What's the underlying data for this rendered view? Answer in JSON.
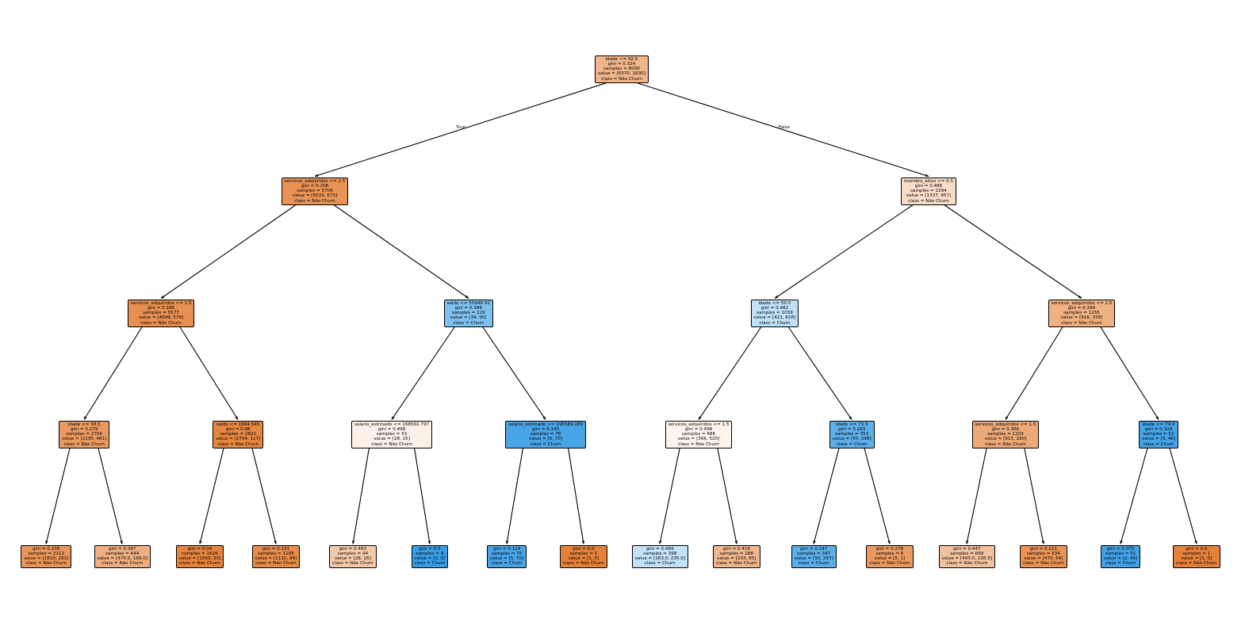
{
  "edge_labels": {
    "true": "True",
    "false": "False"
  },
  "class_colors": {
    "Não Churn": "#e58139",
    "Churn": "#399de5"
  },
  "nodes": [
    {
      "id": 0,
      "parent": null,
      "split": "idade <= 42.5",
      "gini": "gini = 0.324",
      "samples": "samples = 8000",
      "value": "value = [6370, 1630]",
      "class": "class = Não Churn",
      "cls": "Não Churn",
      "purity": 0.59
    },
    {
      "id": 1,
      "parent": 0,
      "split": "servicos_adquiridos <= 2.5",
      "gini": "gini = 0.208",
      "samples": "samples = 5706",
      "value": "value = [5033, 673]",
      "class": "class = Não Churn",
      "cls": "Não Churn",
      "purity": 0.85
    },
    {
      "id": 2,
      "parent": 1,
      "split": "servicos_adquiridos <= 1.5",
      "gini": "gini = 0.186",
      "samples": "samples = 5577",
      "value": "value = [4999, 578]",
      "class": "class = Não Churn",
      "cls": "Não Churn",
      "purity": 0.88
    },
    {
      "id": 3,
      "parent": 2,
      "split": "idade <= 38.5",
      "gini": "gini = 0.279",
      "samples": "samples = 2756",
      "value": "value = [2295, 461]",
      "class": "class = Não Churn",
      "cls": "Não Churn",
      "purity": 0.8
    },
    {
      "id": 4,
      "parent": 3,
      "split": "",
      "gini": "gini = 0.238",
      "samples": "samples = 2112",
      "value": "value = [1820, 292]",
      "class": "class = Não Churn",
      "cls": "Não Churn",
      "purity": 0.84
    },
    {
      "id": 5,
      "parent": 3,
      "split": "",
      "gini": "gini = 0.387",
      "samples": "samples = 644",
      "value": "value = [475.0, 169.0]",
      "class": "class = Não Churn",
      "cls": "Não Churn",
      "purity": 0.64
    },
    {
      "id": 6,
      "parent": 2,
      "split": "saldo <= 1684.545",
      "gini": "gini = 0.08",
      "samples": "samples = 2821",
      "value": "value = [2704, 117]",
      "class": "class = Não Churn",
      "cls": "Não Churn",
      "purity": 0.96
    },
    {
      "id": 7,
      "parent": 6,
      "split": "",
      "gini": "gini = 0.04",
      "samples": "samples = 1626",
      "value": "value = [1593, 33]",
      "class": "class = Não Churn",
      "cls": "Não Churn",
      "purity": 0.98
    },
    {
      "id": 8,
      "parent": 6,
      "split": "",
      "gini": "gini = 0.131",
      "samples": "samples = 1195",
      "value": "value = [1111, 84]",
      "class": "class = Não Churn",
      "cls": "Não Churn",
      "purity": 0.92
    },
    {
      "id": 9,
      "parent": 1,
      "split": "saldo <= 55948.91",
      "gini": "gini = 0.388",
      "samples": "samples = 129",
      "value": "value = [34, 95]",
      "class": "class = Churn",
      "cls": "Churn",
      "purity": 0.64
    },
    {
      "id": 10,
      "parent": 9,
      "split": "salario_estimado <= 168592.797",
      "gini": "gini = 0.498",
      "samples": "samples = 53",
      "value": "value = [28, 25]",
      "class": "class = Não Churn",
      "cls": "Não Churn",
      "purity": 0.11
    },
    {
      "id": 11,
      "parent": 10,
      "split": "",
      "gini": "gini = 0.463",
      "samples": "samples = 44",
      "value": "value = [28, 16]",
      "class": "class = Não Churn",
      "cls": "Não Churn",
      "purity": 0.43
    },
    {
      "id": 12,
      "parent": 10,
      "split": "",
      "gini": "gini = 0.0",
      "samples": "samples = 9",
      "value": "value = [0, 9]",
      "class": "class = Churn",
      "cls": "Churn",
      "purity": 1.0
    },
    {
      "id": 13,
      "parent": 9,
      "split": "salario_estimado <= 195589.289",
      "gini": "gini = 0.145",
      "samples": "samples = 76",
      "value": "value = [6, 70]",
      "class": "class = Churn",
      "cls": "Churn",
      "purity": 0.92
    },
    {
      "id": 14,
      "parent": 13,
      "split": "",
      "gini": "gini = 0.124",
      "samples": "samples = 75",
      "value": "value = [5, 70]",
      "class": "class = Churn",
      "cls": "Churn",
      "purity": 0.93
    },
    {
      "id": 15,
      "parent": 13,
      "split": "",
      "gini": "gini = 0.0",
      "samples": "samples = 1",
      "value": "value = [1, 0]",
      "class": "class = Não Churn",
      "cls": "Não Churn",
      "purity": 1.0
    },
    {
      "id": 16,
      "parent": 0,
      "split": "membro_ativo <= 0.5",
      "gini": "gini = 0.486",
      "samples": "samples = 2294",
      "value": "value = [1337, 957]",
      "class": "class = Não Churn",
      "cls": "Não Churn",
      "purity": 0.28
    },
    {
      "id": 17,
      "parent": 16,
      "split": "idade <= 50.5",
      "gini": "gini = 0.482",
      "samples": "samples = 1039",
      "value": "value = [421, 618]",
      "class": "class = Churn",
      "cls": "Churn",
      "purity": 0.32
    },
    {
      "id": 18,
      "parent": 17,
      "split": "servicos_adquiridos <= 1.5",
      "gini": "gini = 0.498",
      "samples": "samples = 686",
      "value": "value = [366, 520]",
      "class": "class = Não Churn",
      "cls": "Não Churn",
      "purity": 0.09
    },
    {
      "id": 19,
      "parent": 18,
      "split": "",
      "gini": "gini = 0.484",
      "samples": "samples = 398",
      "value": "value = [163.0, 235.0]",
      "class": "class = Churn",
      "cls": "Churn",
      "purity": 0.31
    },
    {
      "id": 20,
      "parent": 18,
      "split": "",
      "gini": "gini = 0.416",
      "samples": "samples = 288",
      "value": "value = [203, 85]",
      "class": "class = Não Churn",
      "cls": "Não Churn",
      "purity": 0.58
    },
    {
      "id": 21,
      "parent": 17,
      "split": "idade <= 73.5",
      "gini": "gini = 0.263",
      "samples": "samples = 353",
      "value": "value = [55, 298]",
      "class": "class = Churn",
      "cls": "Churn",
      "purity": 0.82
    },
    {
      "id": 22,
      "parent": 21,
      "split": "",
      "gini": "gini = 0.247",
      "samples": "samples = 347",
      "value": "value = [50, 297]",
      "class": "class = Churn",
      "cls": "Churn",
      "purity": 0.83
    },
    {
      "id": 23,
      "parent": 21,
      "split": "",
      "gini": "gini = 0.278",
      "samples": "samples = 6",
      "value": "value = [5, 1]",
      "class": "class = Não Churn",
      "cls": "Não Churn",
      "purity": 0.8
    },
    {
      "id": 24,
      "parent": 16,
      "split": "servicos_adquiridos <= 2.5",
      "gini": "gini = 0.394",
      "samples": "samples = 1255",
      "value": "value = [916, 339]",
      "class": "class = Não Churn",
      "cls": "Não Churn",
      "purity": 0.63
    },
    {
      "id": 25,
      "parent": 24,
      "split": "servicos_adquiridos <= 1.5",
      "gini": "gini = 0.366",
      "samples": "samples = 1203",
      "value": "value = [913, 290]",
      "class": "class = Não Churn",
      "cls": "Não Churn",
      "purity": 0.68
    },
    {
      "id": 26,
      "parent": 25,
      "split": "",
      "gini": "gini = 0.447",
      "samples": "samples = 669",
      "value": "value = [443.0, 226.0]",
      "class": "class = Não Churn",
      "cls": "Não Churn",
      "purity": 0.49
    },
    {
      "id": 27,
      "parent": 25,
      "split": "",
      "gini": "gini = 0.211",
      "samples": "samples = 534",
      "value": "value = [470, 64]",
      "class": "class = Não Churn",
      "cls": "Não Churn",
      "purity": 0.86
    },
    {
      "id": 28,
      "parent": 24,
      "split": "idade <= 74.0",
      "gini": "gini = 0.109",
      "samples": "samples = 52",
      "value": "value = [3, 49]",
      "class": "class = Churn",
      "cls": "Churn",
      "purity": 0.94
    },
    {
      "id": 29,
      "parent": 28,
      "split": "",
      "gini": "gini = 0.075",
      "samples": "samples = 51",
      "value": "value = [2, 49]",
      "class": "class = Churn",
      "cls": "Churn",
      "purity": 0.96
    },
    {
      "id": 30,
      "parent": 28,
      "split": "",
      "gini": "gini = 0.0",
      "samples": "samples = 1",
      "value": "value = [1, 0]",
      "class": "class = Não Churn",
      "cls": "Não Churn",
      "purity": 1.0
    }
  ]
}
